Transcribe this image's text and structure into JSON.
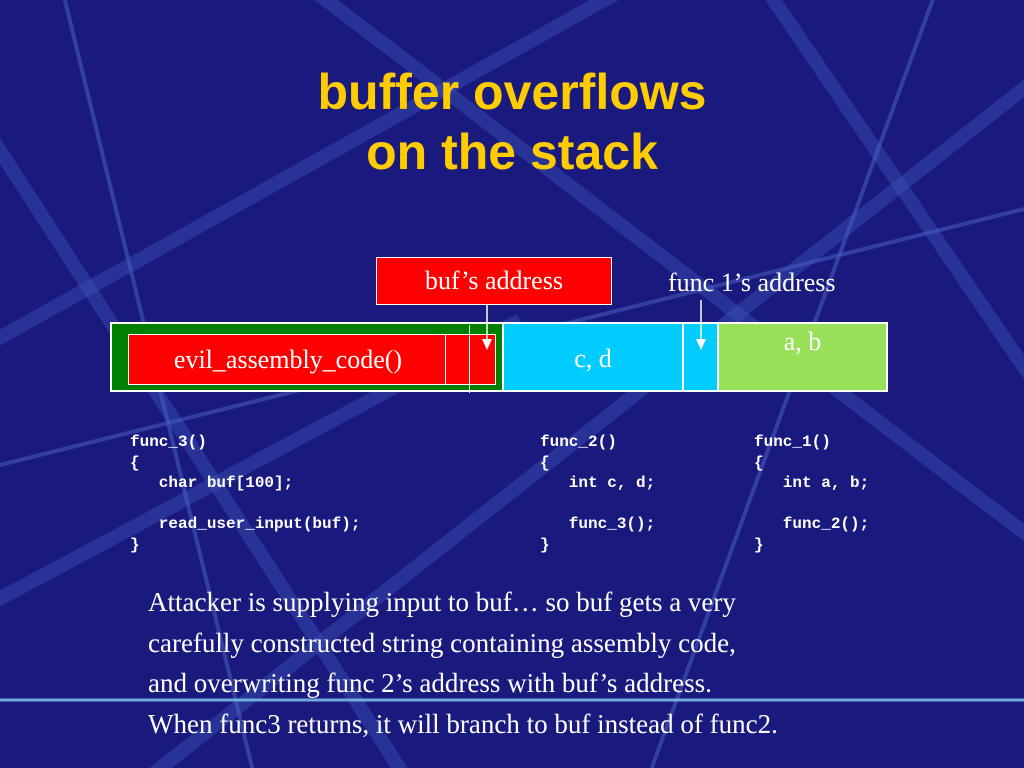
{
  "slide": {
    "title_line1": "buffer overflows",
    "title_line2": "on the stack",
    "background_color": "#1a1a7e",
    "accent_color": "#ffcc00"
  },
  "diagram": {
    "top_labels": {
      "buf_address": "buf’s address",
      "func1_address": "func 1’s address"
    },
    "segments": {
      "evil_code": "evil_assembly_code()",
      "cd": "c, d",
      "ab": "a, b"
    },
    "colors": {
      "green": "#008000",
      "red": "#ff0000",
      "cyan": "#00ccff",
      "lime": "#99e05a"
    }
  },
  "code": {
    "func3": [
      "func_3()",
      "{",
      "   char buf[100];",
      "",
      "   read_user_input(buf);",
      "}"
    ],
    "func2": [
      "func_2()",
      "{",
      "   int c, d;",
      "",
      "   func_3();",
      "}"
    ],
    "func1": [
      "func_1()",
      "{",
      "   int a, b;",
      "",
      "   func_2();",
      "}"
    ]
  },
  "paragraph": [
    "Attacker is supplying input to buf… so buf gets a very",
    "carefully constructed string containing assembly code,",
    "and overwriting func 2’s address with buf’s address.",
    "When func3 returns, it will branch to buf instead of func2."
  ]
}
